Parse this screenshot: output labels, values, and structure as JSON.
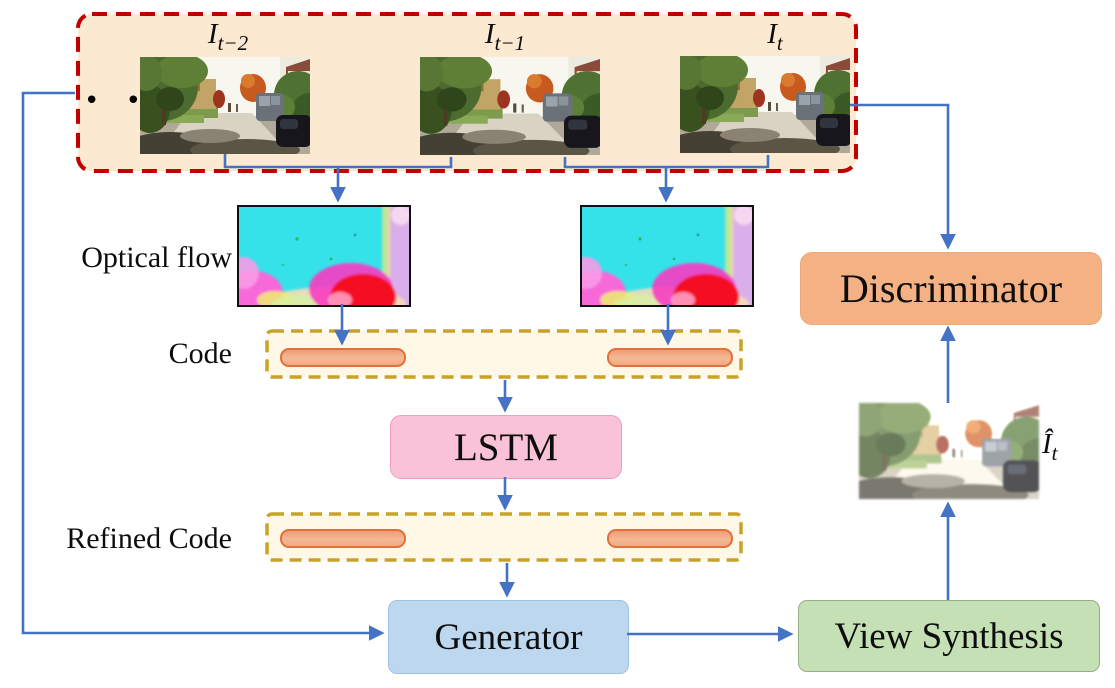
{
  "sequence": {
    "ellipsis": "• • •",
    "frames": [
      {
        "base": "I",
        "sub": "t−2"
      },
      {
        "base": "I",
        "sub": "t−1"
      },
      {
        "base": "I",
        "sub": "t"
      }
    ]
  },
  "labels": {
    "optical_flow": "Optical flow",
    "code": "Code",
    "refined_code": "Refined Code",
    "output_frame": {
      "base": "Î",
      "sub": "t"
    }
  },
  "nodes": {
    "lstm": "LSTM",
    "generator": "Generator",
    "view_synthesis": "View Synthesis",
    "discriminator": "Discriminator"
  },
  "colors": {
    "arrow": "#4472C4",
    "sequence_border": "#C00000",
    "sequence_fill": "#FBE9D2",
    "code_border": "#C9A22A",
    "code_fill": "#FFF8E6",
    "code_bar": "#F2A87F",
    "code_bar_border": "#E0703C",
    "lstm_fill": "#FAC2D7",
    "generator_fill": "#BDD7EE",
    "view_synthesis_fill": "#C5E0B4",
    "discriminator_fill": "#F4B183"
  }
}
